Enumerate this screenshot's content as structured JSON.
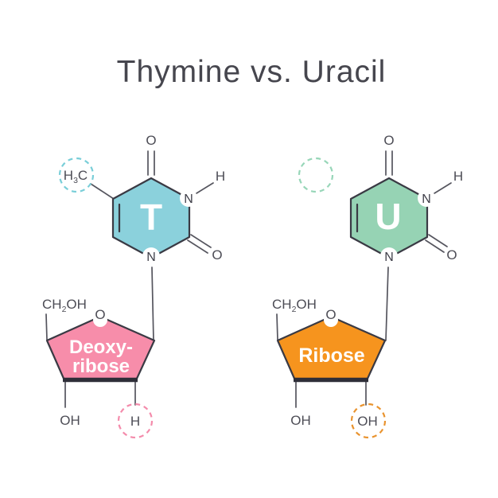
{
  "title": "Thymine vs. Uracil",
  "colors": {
    "title_ink": "#46464e",
    "outline": "#3a3a44",
    "bond": "#55555e",
    "atom_ink": "#4d4d56",
    "ring_bottom_edge": "#2e2e38",
    "thymine_fill": "#8bd1dc",
    "thymine_dash": "#79ced8",
    "uracil_fill": "#96d3b4",
    "uracil_dash": "#97d6b8",
    "deoxyribose_fill": "#f78daa",
    "deoxyribose_dash": "#f48bab",
    "ribose_fill": "#f6941e",
    "ribose_dash": "#e9932e"
  },
  "thymine": {
    "base_letter": "T",
    "methyl": {
      "pre": "H",
      "sub": "3",
      "post": "C"
    },
    "atom_o_top": "O",
    "atom_n_right": "N",
    "atom_h_right": "H",
    "atom_o_right": "O",
    "atom_n_bottom": "N",
    "sugar": {
      "name_line1": "Deoxy-",
      "name_line2": "ribose",
      "ring_o": "O",
      "ch2oh": {
        "pre": "CH",
        "sub": "2",
        "post": "OH"
      },
      "oh_left": "OH",
      "circled": "H"
    }
  },
  "uracil": {
    "base_letter": "U",
    "atom_o_top": "O",
    "atom_n_right": "N",
    "atom_h_right": "H",
    "atom_o_right": "O",
    "atom_n_bottom": "N",
    "sugar": {
      "name": "Ribose",
      "ring_o": "O",
      "ch2oh": {
        "pre": "CH",
        "sub": "2",
        "post": "OH"
      },
      "oh_left": "OH",
      "circled": "OH"
    }
  }
}
